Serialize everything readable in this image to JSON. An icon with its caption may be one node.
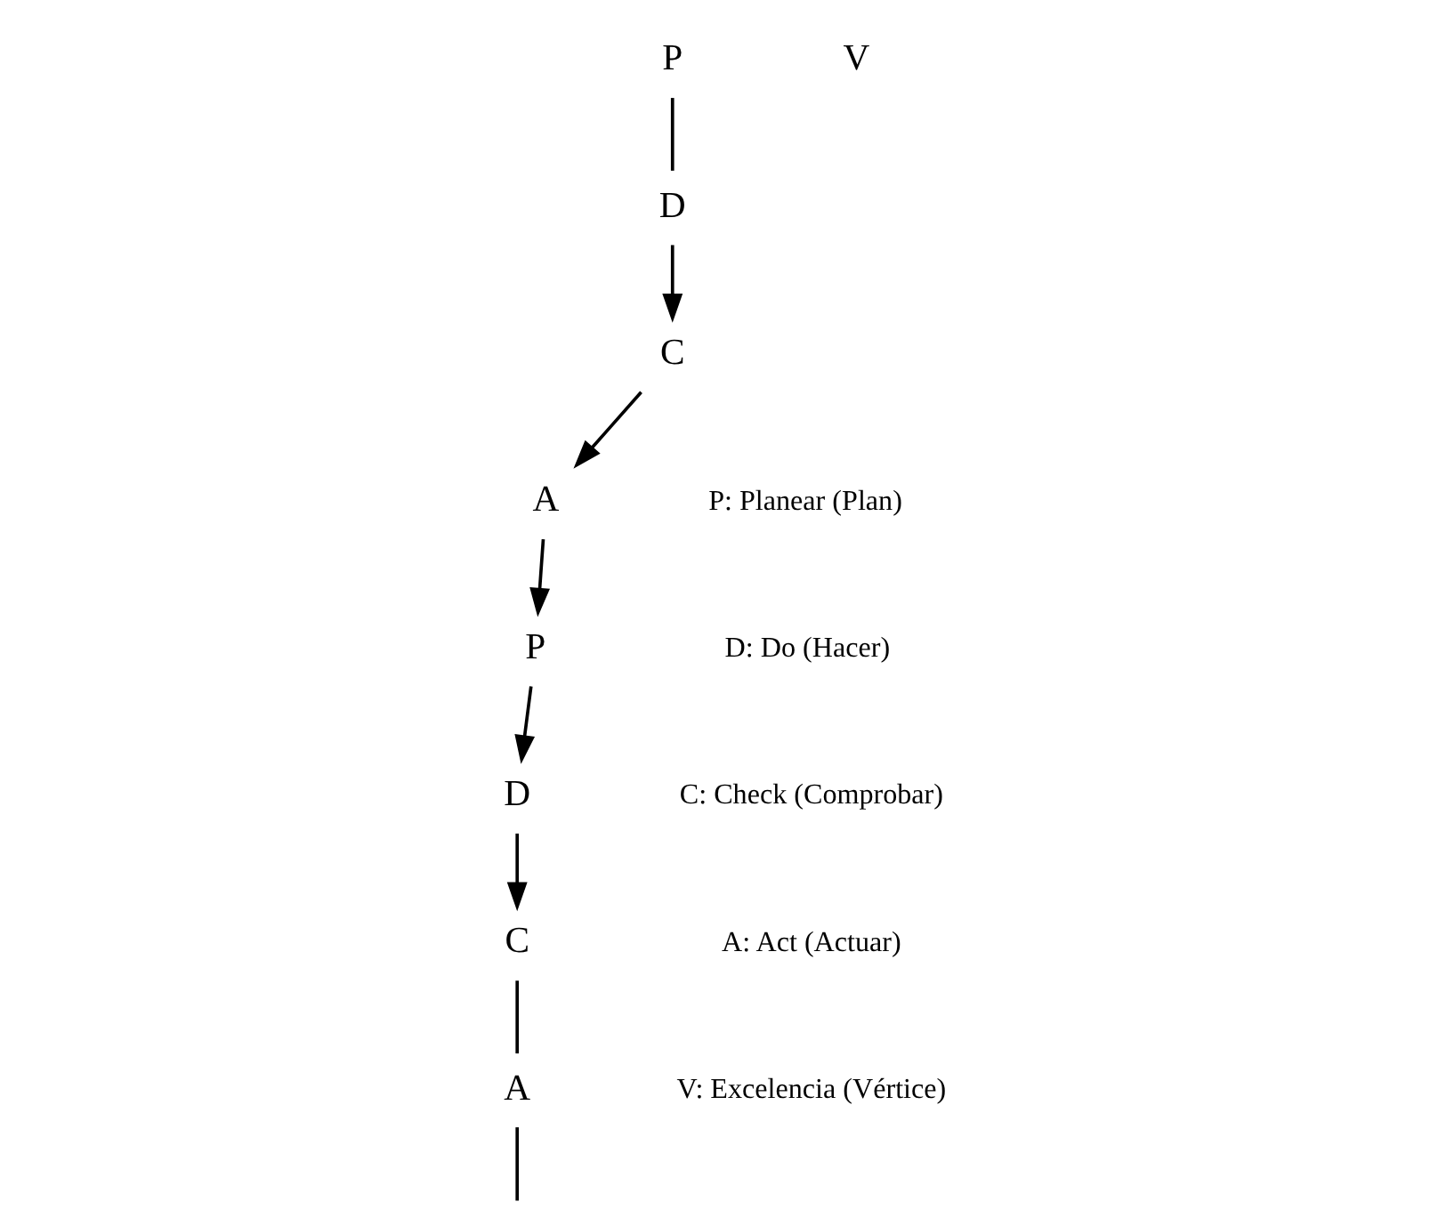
{
  "diagram": {
    "nodes": [
      {
        "text": [
          "P"
        ]
      },
      {
        "text": [
          "P"
        ]
      },
      {
        "text": [
          "D"
        ]
      },
      {
        "text": [
          "D"
        ]
      },
      {
        "text": [
          "V"
        ]
      },
      {
        "text": [
          "A"
        ]
      },
      {
        "text": [
          "A"
        ]
      },
      {
        "text": [
          "C"
        ]
      },
      {
        "text": [
          "C"
        ]
      }
    ],
    "edges": [
      {
        "from": 0,
        "to": 2,
        "arrow": "none"
      },
      {
        "from": 2,
        "to": 8,
        "arrow": "to"
      },
      {
        "from": 8,
        "to": 6,
        "arrow": "to"
      },
      {
        "from": 6,
        "to": 1,
        "arrow": "to"
      },
      {
        "from": 1,
        "to": 3,
        "arrow": "to"
      },
      {
        "from": 3,
        "to": 7,
        "arrow": "to"
      },
      {
        "from": 7,
        "to": 5,
        "arrow": "none"
      },
      {
        "from": 5,
        "to": null,
        "arrow": "none"
      }
    ],
    "labels": [
      "P: Planear (Plan)",
      "D: Do (Hacer)",
      "C: Check (Comprobar)",
      "A: Act (Actuar)",
      "V: Excelencia (Vértice)"
    ]
  }
}
